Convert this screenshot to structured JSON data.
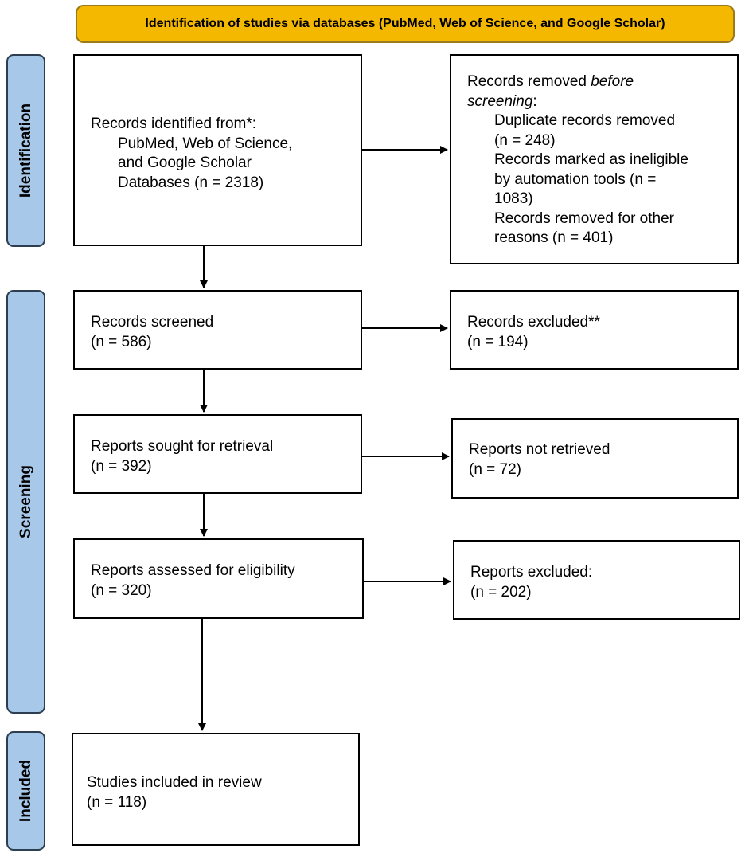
{
  "header": "Identification of studies via databases (PubMed, Web of Science, and Google Scholar)",
  "phases": {
    "identification": "Identification",
    "screening": "Screening",
    "included": "Included"
  },
  "boxes": {
    "records_identified": {
      "line1": "Records identified from*:",
      "line2": "PubMed, Web of Science,",
      "line3": "and Google Scholar",
      "line4": "Databases (n = 2318)"
    },
    "removed_before_screening": {
      "title_a": "Records removed ",
      "title_b": "before",
      "title_c": "screening",
      "title_d": ":",
      "items": [
        "Duplicate records removed",
        "(n = 248)",
        "Records marked as ineligible",
        "by automation tools (n =",
        "1083)",
        "Records removed for other",
        "reasons (n = 401)"
      ]
    },
    "records_screened": {
      "line1": "Records screened",
      "line2": "(n = 586)"
    },
    "records_excluded": {
      "line1": "Records excluded**",
      "line2": "(n = 194)"
    },
    "reports_sought": {
      "line1": "Reports sought for retrieval",
      "line2": "(n = 392)"
    },
    "reports_not_retrieved": {
      "line1": "Reports not retrieved",
      "line2": "(n = 72)"
    },
    "reports_assessed": {
      "line1": "Reports assessed for eligibility",
      "line2": "(n = 320)"
    },
    "reports_excluded": {
      "line1": "Reports excluded:",
      "line2": "(n = 202)"
    },
    "studies_included": {
      "line1": "Studies included in review",
      "line2": "(n = 118)"
    }
  }
}
